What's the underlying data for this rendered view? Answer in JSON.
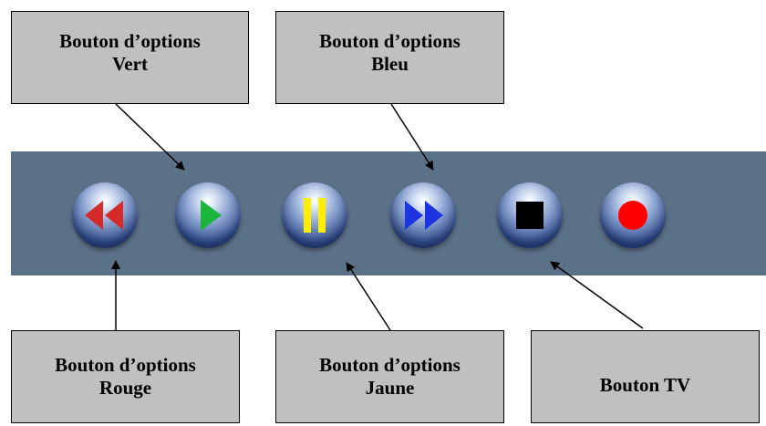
{
  "callouts": {
    "vert": {
      "line1": "Bouton d’options",
      "line2": "Vert"
    },
    "bleu": {
      "line1": "Bouton d’options",
      "line2": "Bleu"
    },
    "rouge": {
      "line1": "Bouton d’options",
      "line2": "Rouge"
    },
    "jaune": {
      "line1": "Bouton d’options",
      "line2": "Jaune"
    },
    "tv": {
      "line1": "Bouton TV"
    }
  },
  "toolbar": {
    "background": "#5b7188",
    "buttons": [
      {
        "icon": "rewind-icon",
        "color": "#d42a2a"
      },
      {
        "icon": "play-icon",
        "color": "#1bb53c"
      },
      {
        "icon": "pause-icon",
        "color": "#ffee00"
      },
      {
        "icon": "fast-forward-icon",
        "color": "#1d35e0"
      },
      {
        "icon": "stop-icon",
        "color": "#000000"
      },
      {
        "icon": "record-icon",
        "color": "#ff0000"
      }
    ]
  }
}
